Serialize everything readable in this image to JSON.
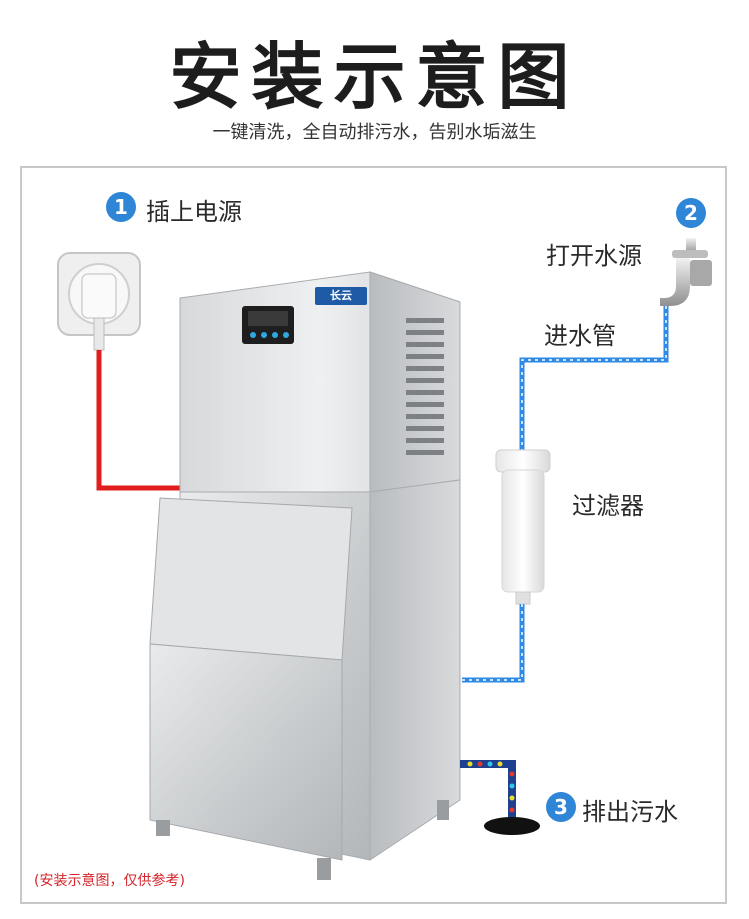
{
  "title": "安装示意图",
  "subtitle": "一键清洗，全自动排污水，告别水垢滋生",
  "steps": [
    {
      "number": "1",
      "label": "插上电源"
    },
    {
      "number": "2",
      "label": "打开水源"
    },
    {
      "number": "3",
      "label": "排出污水"
    }
  ],
  "labels": {
    "inlet_pipe": "进水管",
    "filter": "过滤器"
  },
  "machine": {
    "logo_text": "长云"
  },
  "note": "(安装示意图，仅供参考)",
  "colors": {
    "power_cable": "#e01e1e",
    "water_pipe": "#2e8ae6",
    "drain_pipe": "#1f3f8f",
    "badge": "#2f86d6"
  }
}
